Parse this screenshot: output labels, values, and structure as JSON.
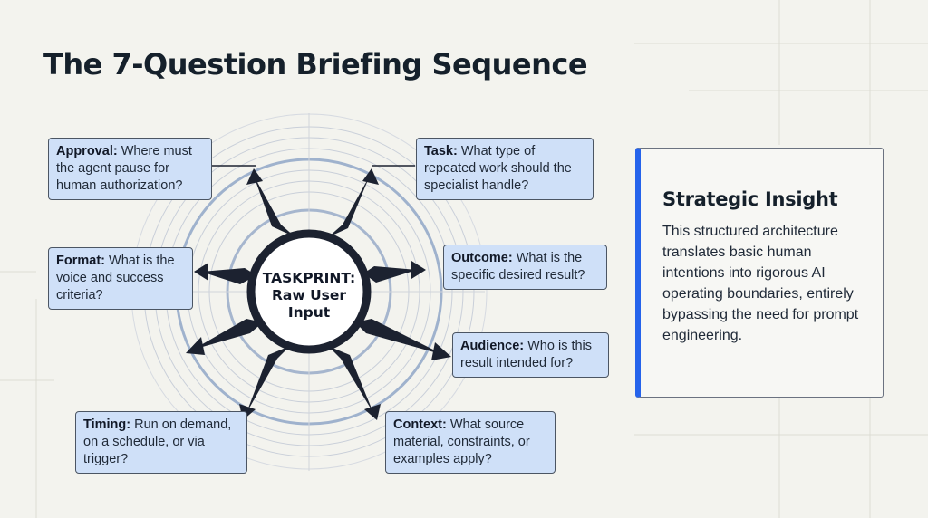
{
  "title": "The 7-Question Briefing Sequence",
  "hub": {
    "line1": "TASKPRINT:",
    "line2": "Raw User",
    "line3": "Input"
  },
  "questions": {
    "approval": {
      "label": "Approval:",
      "text": "Where must the agent pause for human authorization?"
    },
    "task": {
      "label": "Task:",
      "text": "What type of repeated work should the specialist handle?"
    },
    "format": {
      "label": "Format:",
      "text": "What is the voice and success criteria?"
    },
    "outcome": {
      "label": "Outcome:",
      "text": "What is the specific desired result?"
    },
    "audience": {
      "label": "Audience:",
      "text": "Who is this result intended for?"
    },
    "timing": {
      "label": "Timing:",
      "text": "Run on demand, on a schedule, or via trigger?"
    },
    "context": {
      "label": "Context:",
      "text": "What source material, constraints, or examples apply?"
    }
  },
  "insight": {
    "heading": "Strategic Insight",
    "body": "This structured architecture translates basic human intentions into rigorous AI operating boundaries, entirely bypassing the need for prompt engineering."
  },
  "colors": {
    "accent": "#2563eb",
    "box_fill": "#cfe0f8",
    "ring": "#a9b8cf",
    "hub_stroke": "#1c2230",
    "background": "#f3f3ee"
  }
}
